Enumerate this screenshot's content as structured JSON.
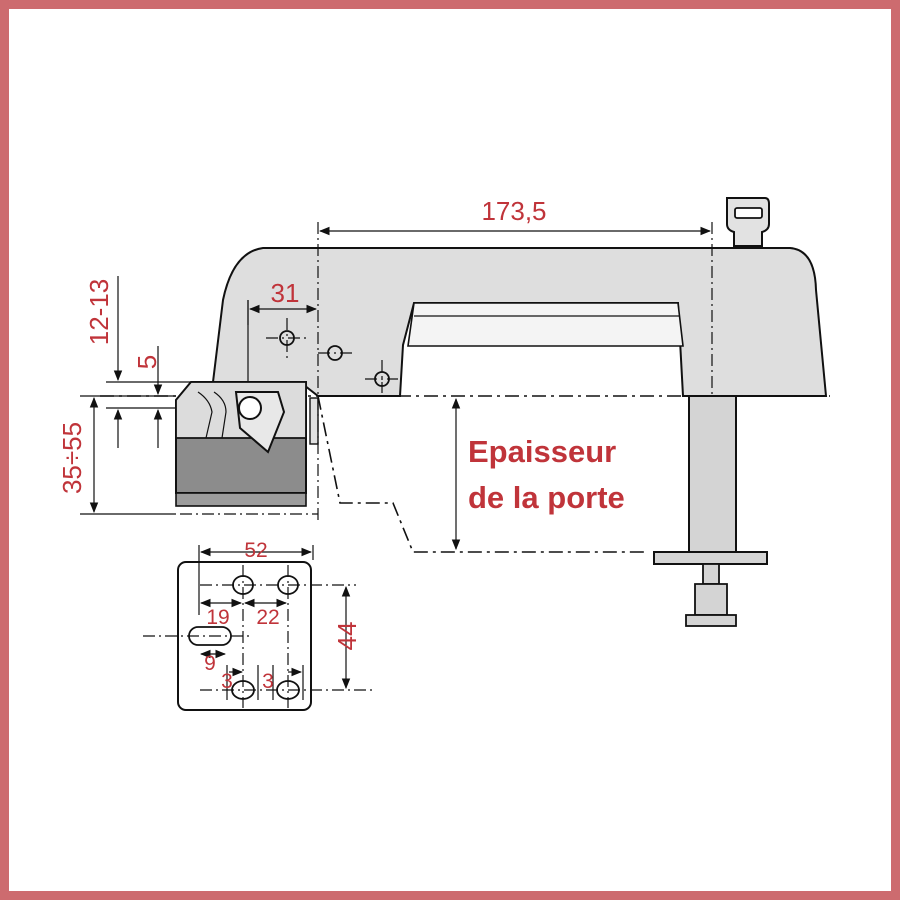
{
  "colors": {
    "frame_border": "#cd6b6f",
    "dimension_text": "#c0343a",
    "part_fill": "#dcdcdc",
    "dark_fill": "#8c8c8c",
    "line": "#111111"
  },
  "dimensions": {
    "handle_length": "173,5",
    "pivot_offset": "31",
    "top_range": "12-13",
    "small_offset": "5",
    "height_range": "35÷55",
    "plate_width": "52",
    "hole_spacing_left": "19",
    "hole_spacing_right": "22",
    "plate_height": "44",
    "slot_offset": "9",
    "lower_hole_left": "3",
    "lower_hole_right": "3"
  },
  "callout": {
    "line1": "Epaisseur",
    "line2": "de la porte"
  },
  "icons": [
    "lock-key-icon"
  ]
}
